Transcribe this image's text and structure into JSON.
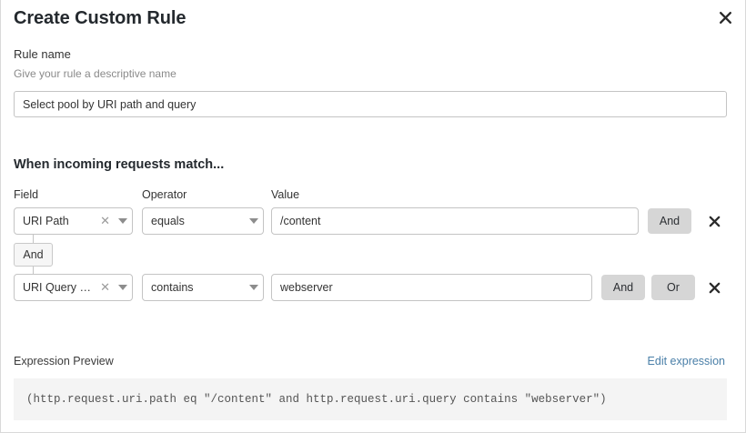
{
  "dialog": {
    "title": "Create Custom Rule",
    "close_icon": "close-icon"
  },
  "rule_name": {
    "label": "Rule name",
    "help": "Give your rule a descriptive name",
    "value": "Select pool by URI path and query",
    "placeholder": "Select pool by URI path and query"
  },
  "conditions": {
    "heading": "When incoming requests match...",
    "columns": {
      "field": "Field",
      "operator": "Operator",
      "value": "Value"
    },
    "connector": {
      "label": "And"
    },
    "rows": [
      {
        "field": "URI Path",
        "operator": "equals",
        "value": "/content",
        "and_label": "And",
        "or_label": null,
        "clear_icon": "clear-icon",
        "caret_icon": "chevron-down-icon",
        "delete_icon": "delete-row-icon"
      },
      {
        "field": "URI Query St...",
        "operator": "contains",
        "value": "webserver",
        "and_label": "And",
        "or_label": "Or",
        "clear_icon": "clear-icon",
        "caret_icon": "chevron-down-icon",
        "delete_icon": "delete-row-icon"
      }
    ]
  },
  "expression_preview": {
    "label": "Expression Preview",
    "edit_link": "Edit expression",
    "code": "(http.request.uri.path eq \"/content\" and http.request.uri.query contains \"webserver\")"
  },
  "colors": {
    "link": "#4a7fa8",
    "button_bg": "#d6d6d6",
    "code_bg": "#f4f4f4",
    "border": "#c4c4c4"
  }
}
